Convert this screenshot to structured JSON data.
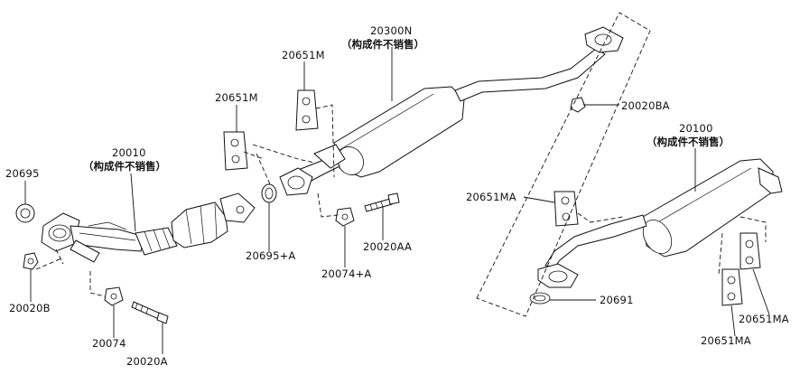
{
  "labels": {
    "l_20300N": "20300N",
    "n_20300N": "（构成件不销售）",
    "l_20651M_a": "20651M",
    "l_20651M_b": "20651M",
    "l_20010": "20010",
    "n_20010": "（构成件不销售）",
    "l_20695": "20695",
    "l_20020BA": "20020BA",
    "l_20100": "20100",
    "n_20100": "（构成件不销售）",
    "l_20651MA_a": "20651MA",
    "l_20651MA_b": "20651MA",
    "l_20651MA_c": "20651MA",
    "l_20691": "20691",
    "l_20695A": "20695+A",
    "l_20074A": "20074+A",
    "l_20020AA": "20020AA",
    "l_20020B": "20020B",
    "l_20074": "20074",
    "l_20020A": "20020A"
  }
}
